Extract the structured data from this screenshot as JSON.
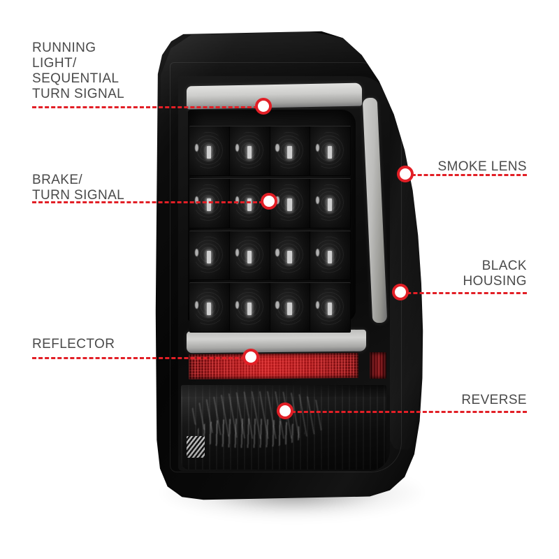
{
  "page": {
    "background_color": "#ffffff",
    "accent_color": "#e21f26",
    "label_color": "#4a4a4a",
    "product": "smoked-lens-led-tail-light"
  },
  "callouts": [
    {
      "id": "running-light",
      "label": "RUNNING\nLIGHT/\nSEQUENTIAL\nTURN SIGNAL",
      "side": "left",
      "target_part": "light-bar"
    },
    {
      "id": "brake-turn-signal",
      "label": "BRAKE/\nTURN SIGNAL",
      "side": "left",
      "target_part": "led-grid"
    },
    {
      "id": "reflector",
      "label": "REFLECTOR",
      "side": "left",
      "target_part": "reflector-strip"
    },
    {
      "id": "smoke-lens",
      "label": "SMOKE LENS",
      "side": "right",
      "target_part": "lens-face"
    },
    {
      "id": "black-housing",
      "label": "BLACK\nHOUSING",
      "side": "right",
      "target_part": "outer-housing"
    },
    {
      "id": "reverse",
      "label": "REVERSE",
      "side": "right",
      "target_part": "reverse-lamp"
    }
  ],
  "product_parts": {
    "housing": "black-housing",
    "lens": "smoke-lens",
    "light_bar": "running-light-sequential-turn-signal",
    "led_grid": {
      "name": "brake-turn-signal-led-array",
      "rows": 4,
      "columns": 4
    },
    "reflector": "red-reflector-strip",
    "reverse_lamp": "reverse-light"
  }
}
